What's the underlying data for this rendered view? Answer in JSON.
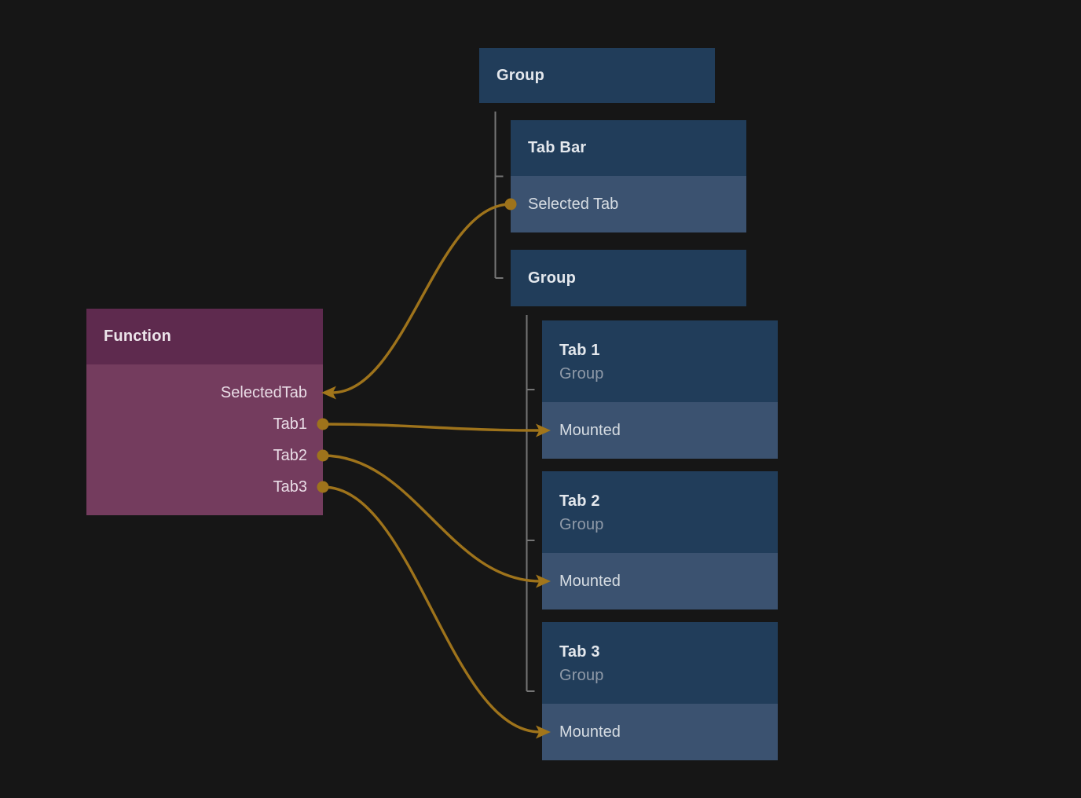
{
  "colors": {
    "background": "#161616",
    "edge_gold": "#9e731b",
    "edge_dot": "#9e731b",
    "edge_arrow": "#a2761b",
    "tree_line_gray": "#757575",
    "node_header_blue": "#213d5a",
    "node_row_blue": "#3b5270",
    "function_header_plum": "#5e2a4e",
    "function_body_plum": "#743c5e"
  },
  "function_node": {
    "title": "Function",
    "ports": [
      {
        "label": "SelectedTab",
        "kind": "input"
      },
      {
        "label": "Tab1",
        "kind": "output"
      },
      {
        "label": "Tab2",
        "kind": "output"
      },
      {
        "label": "Tab3",
        "kind": "output"
      }
    ]
  },
  "tree": {
    "root": {
      "title": "Group"
    },
    "tab_bar": {
      "title": "Tab Bar",
      "row": "Selected Tab"
    },
    "group": {
      "title": "Group"
    },
    "tabs": [
      {
        "title": "Tab 1",
        "subtitle": "Group",
        "row": "Mounted"
      },
      {
        "title": "Tab 2",
        "subtitle": "Group",
        "row": "Mounted"
      },
      {
        "title": "Tab 3",
        "subtitle": "Group",
        "row": "Mounted"
      }
    ]
  },
  "tree_links": [
    {
      "parent": "node-group-root",
      "children": [
        "node-tab-bar",
        "node-group-2"
      ]
    },
    {
      "parent": "node-group-2",
      "children": [
        "node-tab-1",
        "node-tab-2",
        "node-tab-3"
      ]
    }
  ],
  "edges": [
    {
      "from": "row-selected-tab",
      "to": "port-selectedtab"
    },
    {
      "from": "port-tab1",
      "to": "row-mounted-1"
    },
    {
      "from": "port-tab2",
      "to": "row-mounted-2"
    },
    {
      "from": "port-tab3",
      "to": "row-mounted-3"
    }
  ]
}
